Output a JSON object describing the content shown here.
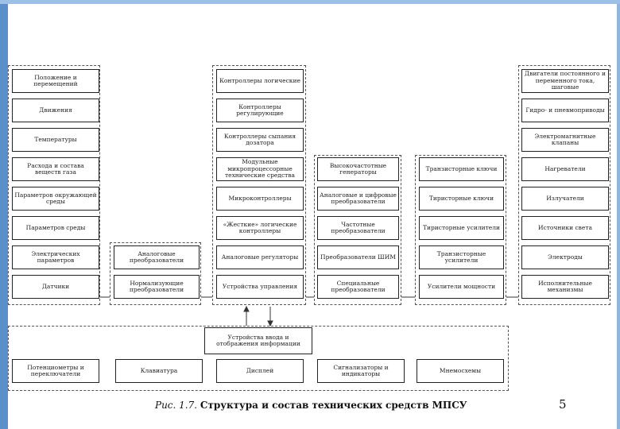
{
  "diagram": {
    "col1": [
      "Положение и перемещений",
      "Движения",
      "Температуры",
      "Расхода и состава веществ газа",
      "Параметров окружающей среды",
      "Параметров среды",
      "Электрических параметров",
      "Датчики"
    ],
    "col2": [
      "Аналоговые преобразователи",
      "Нормализующие преобразователи"
    ],
    "col3": [
      "Контроллеры логические",
      "Контроллеры регулирующие",
      "Контроллеры сыпания дозатора",
      "Модульные микропроцессорные технические средства",
      "Микроконтроллеры",
      "«Жесткие» логические контроллеры",
      "Аналоговые регуляторы",
      "Устройства управления"
    ],
    "col4": [
      "Высокочастотные генераторы",
      "Аналоговые и цифровые преобразователи",
      "Частотные преобразователи",
      "Преобразователи ШИМ",
      "Специальные преобразователи"
    ],
    "col5": [
      "Транзисторные ключи",
      "Тиристорные ключи",
      "Тиристорные усилители",
      "Транзисторные усилители",
      "Усилители мощности"
    ],
    "col6": [
      "Двигатели постоянного и переменного тока, шаговые",
      "Гидро- и пневмоприводы",
      "Электромагнитные клапаны",
      "Нагреватели",
      "Излучатели",
      "Источники света",
      "Электроды",
      "Исполнительные механизмы"
    ],
    "hub": "Устройства ввода и отображения информации",
    "bottom": [
      "Потенциометры и переключатели",
      "Клавиатура",
      "Дисплей",
      "Сигнализаторы и индикаторы",
      "Мнемосхемы"
    ]
  },
  "caption": {
    "prefix": "Рис. 1.7.",
    "title": "Структура и состав технических средств МПСУ"
  },
  "page_number": "5"
}
